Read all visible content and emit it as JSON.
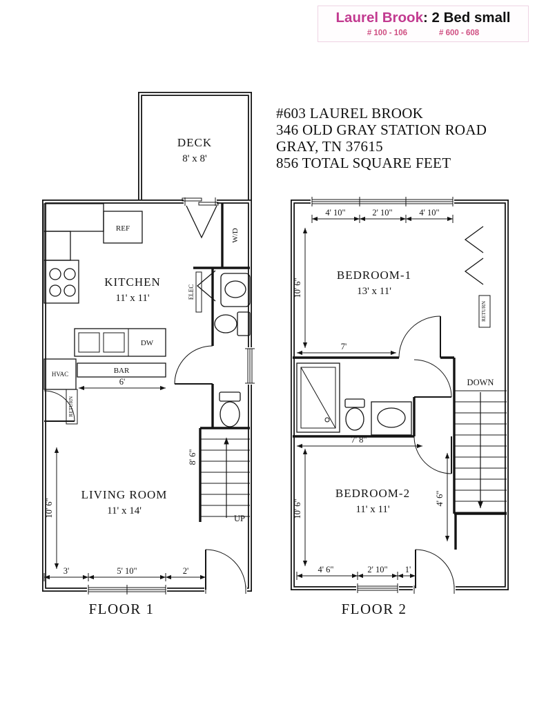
{
  "header": {
    "brand": "Laurel Brook",
    "title_suffix": ": 2 Bed small",
    "units_a": "# 100 - 106",
    "units_b": "# 600 - 608",
    "brand_color": "#c23a90",
    "units_color": "#cf4f82"
  },
  "address": {
    "line1": "#603 LAUREL BROOK",
    "line2": "346 OLD GRAY STATION ROAD",
    "line3": "GRAY, TN 37615",
    "line4": "856 TOTAL SQUARE FEET"
  },
  "floor1": {
    "caption": "FLOOR 1",
    "deck_name": "DECK",
    "deck_size": "8' x 8'",
    "kitchen_name": "KITCHEN",
    "kitchen_size": "11' x 11'",
    "living_name": "LIVING ROOM",
    "living_size": "11' x 14'",
    "ref": "REF",
    "dw": "DW",
    "bar": "BAR",
    "hvac": "HVAC",
    "elec": "ELEC",
    "wd": "W/D",
    "up": "UP",
    "return_label": "RETURN",
    "dim_bar": "6'",
    "dim_stairs": "8' 6\"",
    "dim_left": "10' 6\"",
    "dim_bottom_1": "3'",
    "dim_bottom_2": "5' 10\"",
    "dim_bottom_3": "2'"
  },
  "floor2": {
    "caption": "FLOOR 2",
    "bedroom1_name": "BEDROOM-1",
    "bedroom1_size": "13' x 11'",
    "bedroom2_name": "BEDROOM-2",
    "bedroom2_size": "11' x 11'",
    "down": "DOWN",
    "return_label": "RETURN",
    "dim_top_1": "4' 10\"",
    "dim_top_2": "2' 10\"",
    "dim_top_3": "4' 10\"",
    "dim_left_top": "10' 6\"",
    "dim_left_bottom": "10' 6\"",
    "dim_hall": "7'",
    "dim_bath": "7' 8\"",
    "dim_right": "4' 6\"",
    "dim_bottom_1": "4' 6\"",
    "dim_bottom_2": "2' 10\"",
    "dim_bottom_3": "1'"
  }
}
